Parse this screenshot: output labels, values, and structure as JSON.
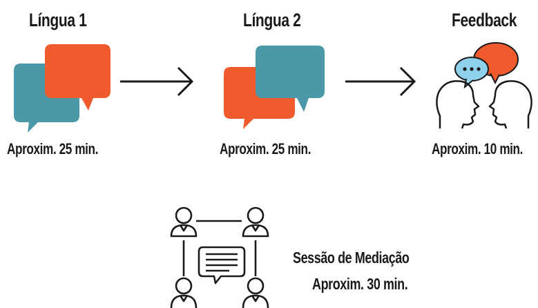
{
  "steps": [
    {
      "title": "Língua 1",
      "duration": "Aproxim. 25 min.",
      "icon": "speech-bubbles-icon"
    },
    {
      "title": "Língua 2",
      "duration": "Aproxim. 25 min.",
      "icon": "speech-bubbles-icon"
    },
    {
      "title": "Feedback",
      "duration": "Aproxim. 10 min.",
      "icon": "two-heads-talking-icon"
    }
  ],
  "mediation": {
    "title": "Sessão de Mediação",
    "duration": "Aproxim. 30 min.",
    "icon": "network-people-icon"
  },
  "colors": {
    "teal": "#4b98a8",
    "orange": "#ef5b2d",
    "light_blue": "#8fd0ec",
    "ink": "#1a1a1a"
  }
}
